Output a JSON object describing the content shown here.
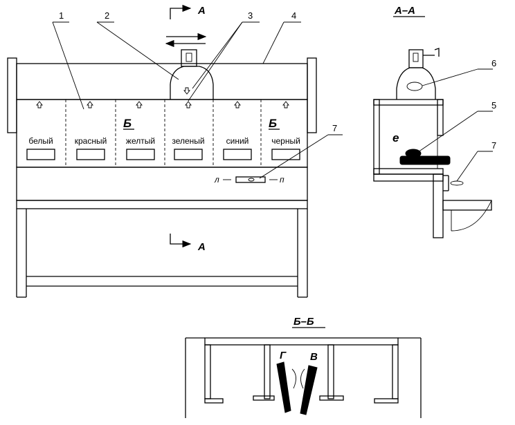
{
  "front_view": {
    "colors": [
      "белый",
      "красный",
      "желтый",
      "зеленый",
      "синий",
      "черный"
    ],
    "leaders": [
      "1",
      "2",
      "3",
      "4",
      "7"
    ],
    "section_mark": "А",
    "b_mark": "Б",
    "scale_left": "л",
    "scale_right": "п"
  },
  "section_aa": {
    "title": "А–А",
    "inner_letter": "е",
    "leaders": [
      "6",
      "5",
      "7"
    ]
  },
  "section_bb": {
    "title": "Б–Б",
    "letter_left": "Г",
    "letter_right": "В"
  }
}
